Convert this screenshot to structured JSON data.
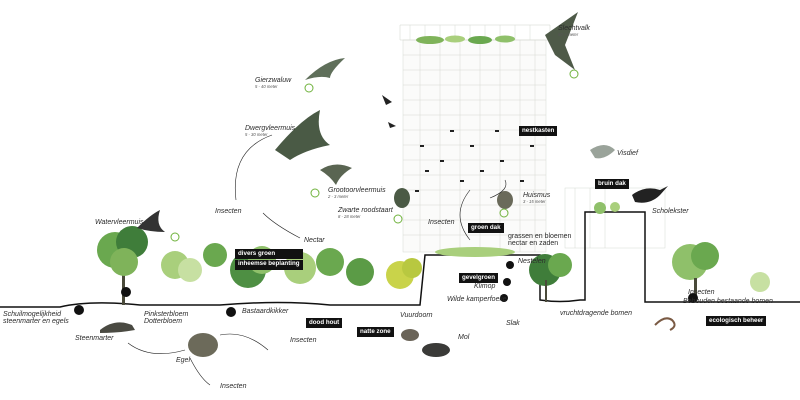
{
  "labels": {
    "gierzwaluw": {
      "text": "Gierzwaluw",
      "sub": "5 - 40 meter"
    },
    "slechtvalk": {
      "text": "Slechtvalk",
      "sub": "80 + meter"
    },
    "dwergvleermuis": {
      "text": "Dwergvleermuis",
      "sub": "5 - 30 meter"
    },
    "grootoorvleermuis": {
      "text": "Grootoorvleermuis",
      "sub": "2 - 3 meter"
    },
    "zwarte_roodstaart": {
      "text": "Zwarte roodstaart",
      "sub": "8 - 28 meter"
    },
    "huismus": {
      "text": "Huismus",
      "sub": "3 - 15 meter"
    },
    "visdief": {
      "text": "Visdief"
    },
    "scholekster": {
      "text": "Scholekster"
    },
    "watervleermuis": {
      "text": "Watervleermuis"
    },
    "insecten_1": {
      "text": "Insecten"
    },
    "insecten_2": {
      "text": "Insecten"
    },
    "insecten_3": {
      "text": "Insecten"
    },
    "insecten_4": {
      "text": "Insecten"
    },
    "insecten_5": {
      "text": "Insecten"
    },
    "nectar": {
      "text": "Nectar"
    },
    "grassen": {
      "text": "grassen en bloemen\nnectar en zaden"
    },
    "nestelen": {
      "text": "Nestelen"
    },
    "klimop": {
      "text": "Klimop"
    },
    "wilde_kamperfoelie": {
      "text": "Wilde kamperfoelie"
    },
    "vruchtdragende_bomen": {
      "text": "vruchtdragende bomen"
    },
    "slak": {
      "text": "Slak"
    },
    "vuurdoorn": {
      "text": "Vuurdoorn"
    },
    "mol": {
      "text": "Mol"
    },
    "bastaardkikker": {
      "text": "Bastaardkikker"
    },
    "pinksterbloem": {
      "text": "Pinksterbloem\nDotterbloem"
    },
    "schuilmogelijkheid": {
      "text": "Schuilmogelijkheid\nsteenmarter en egels"
    },
    "steenmarter": {
      "text": "Steenmarter"
    },
    "egel": {
      "text": "Egel"
    },
    "behouden": {
      "text": "Behouden bestaande bomen"
    }
  },
  "tags": {
    "nestkasten": "nestkasten",
    "bruin_dak": "bruin dak",
    "groen_dak": "groen dak",
    "divers_groen": "divers groen",
    "inheemse_beplanting": "inheemse beplanting",
    "gevelgroen": "gevelgroen",
    "dood_hout": "dood hout",
    "natte_zone": "natte zone",
    "ecologisch_beheer": "ecologisch beheer"
  },
  "colors": {
    "ground": "#111111",
    "tree_dark": "#3f7d3a",
    "tree_mid": "#6aa84f",
    "tree_light": "#a9cf7c",
    "tree_yellow": "#c9d34a",
    "facade": "#d9dcd6",
    "animal_dark": "#3b3b3b",
    "tag_bg": "#111111",
    "target": "#6fb23c"
  }
}
